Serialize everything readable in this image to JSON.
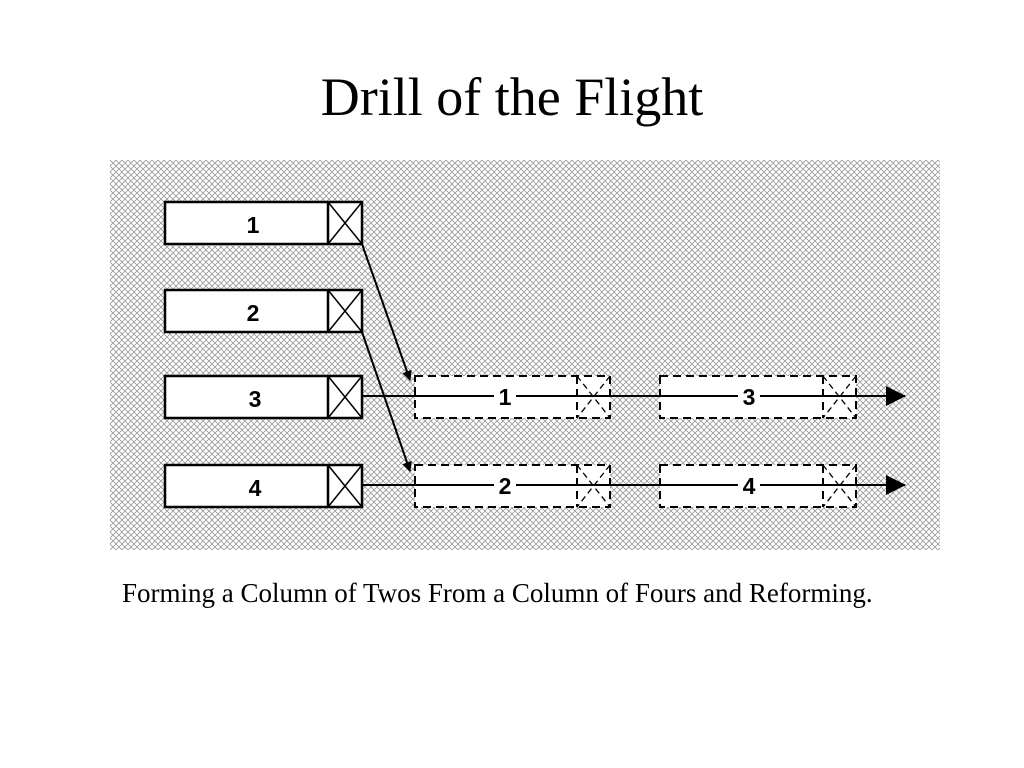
{
  "slide": {
    "title": "Drill of the Flight",
    "caption": "Forming a Column of Twos From a Column of Fours and Reforming."
  },
  "diagram": {
    "original_column": [
      "1",
      "2",
      "3",
      "4"
    ],
    "column_of_twos": [
      {
        "lead": "1",
        "trail": "3"
      },
      {
        "lead": "2",
        "trail": "4"
      }
    ],
    "colors": {
      "background_hatch": "#9a9a9a",
      "stroke": "#000000",
      "box_fill": "#ffffff"
    }
  }
}
